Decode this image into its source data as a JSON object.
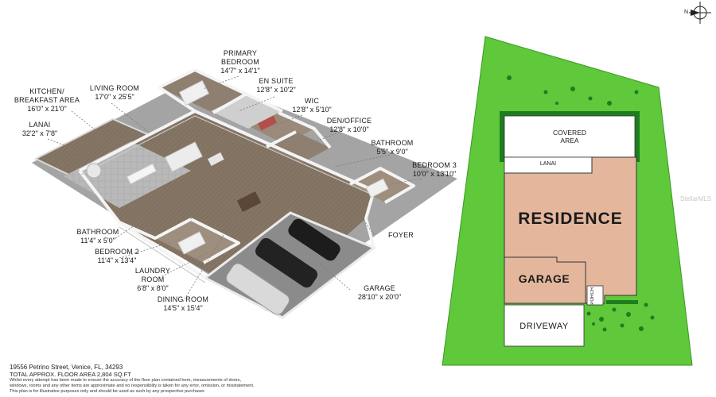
{
  "plan_labels": [
    {
      "key": "primary",
      "name": "PRIMARY\nBEDROOM",
      "dims": "14'7\" x 14'1\""
    },
    {
      "key": "ensuite",
      "name": "EN SUITE",
      "dims": "12'8\" x 10'2\""
    },
    {
      "key": "kitchen",
      "name": "KITCHEN/\nBREAKFAST AREA",
      "dims": "16'0\" x 21'0\""
    },
    {
      "key": "living",
      "name": "LIVING ROOM",
      "dims": "17'0\" x 25'5\""
    },
    {
      "key": "wic",
      "name": "WIC",
      "dims": "12'8\" x 5'10\""
    },
    {
      "key": "lanai",
      "name": "LANAI",
      "dims": "32'2\" x 7'8\""
    },
    {
      "key": "den",
      "name": "DEN/OFFICE",
      "dims": "12'8\" x 10'0\""
    },
    {
      "key": "bath1",
      "name": "BATHROOM",
      "dims": "5'5\" x 9'0\""
    },
    {
      "key": "bed3",
      "name": "BEDROOM 3",
      "dims": "10'0\" x 13'10\""
    },
    {
      "key": "bath2",
      "name": "BATHROOM",
      "dims": "11'4\" x 5'0\""
    },
    {
      "key": "foyer",
      "name": "FOYER",
      "dims": ""
    },
    {
      "key": "bed2",
      "name": "BEDROOM 2",
      "dims": "11'4\" x 13'4\""
    },
    {
      "key": "laundry",
      "name": "LAUNDRY\nROOM",
      "dims": "6'8\" x 8'0\""
    },
    {
      "key": "garage",
      "name": "GARAGE",
      "dims": "28'10\" x 20'0\""
    },
    {
      "key": "dining",
      "name": "DINING ROOM",
      "dims": "14'5\" x 15'4\""
    }
  ],
  "site_plan": {
    "covered_area": "COVERED\nAREA",
    "lanai": "LANAI",
    "residence": "RESIDENCE",
    "garage": "GARAGE",
    "porch": "PORCH",
    "driveway": "DRIVEWAY",
    "north": "N"
  },
  "footer": {
    "address": "19556 Petrino Street, Venice, FL, 34293",
    "area": "TOTAL APPROX. FLOOR AREA 2,804 SQ.FT",
    "disclaimer_1": "Whilst every attempt has been made to ensure the accuracy of the floor plan contained here, measurements of doors,",
    "disclaimer_2": "windows, rooms and any other items are approximate and no responsibility is taken for any error, omission, or misstatement.",
    "disclaimer_3": "This plan is for illustrative purposes only and should be used as such by any prospective purchaser."
  },
  "watermark": "StellarMLS",
  "colors": {
    "grass": "#5fc83b",
    "residence": "#e4b79d",
    "wood_floor": "#8a7a6c",
    "wall": "#f2f2f2",
    "garage_floor": "#8f8f8f",
    "hedge": "#1e7d1e"
  },
  "icons": [
    "north-arrow-icon"
  ]
}
